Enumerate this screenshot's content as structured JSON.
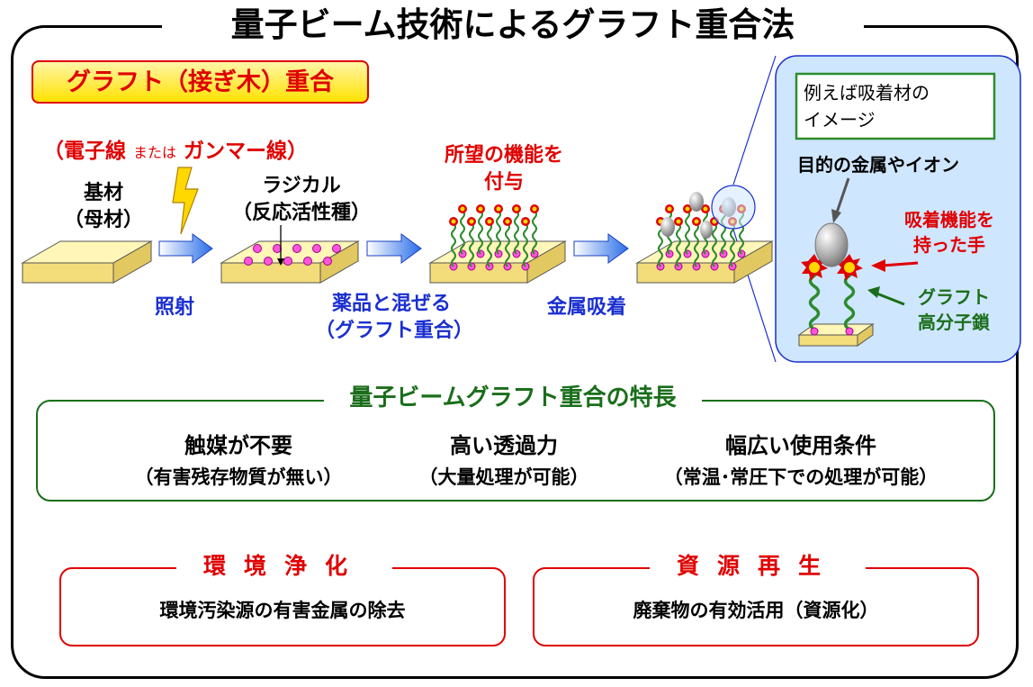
{
  "title": "量子ビーム技術によるグラフト重合法",
  "graft_label": "グラフト（接ぎ木）重合",
  "radiation": {
    "electron": "（電子線",
    "or": "または",
    "gamma": "ガンマー線）"
  },
  "substrate": {
    "line1": "基材",
    "line2": "（母材）"
  },
  "radical": {
    "line1": "ラジカル",
    "line2": "（反応活性種）"
  },
  "desired": {
    "line1": "所望の機能を",
    "line2": "付与"
  },
  "steps": {
    "irradiation": "照射",
    "mix_line1": "薬品と混ぜる",
    "mix_line2": "（グラフト重合）",
    "adsorption": "金属吸着"
  },
  "inset": {
    "box_line1": "例えば吸着材の",
    "box_line2": "イメージ",
    "target": "目的の金属やイオン",
    "hand_line1": "吸着機能を",
    "hand_line2": "持った手",
    "chain_line1": "グラフト",
    "chain_line2": "高分子鎖"
  },
  "features": {
    "title": "量子ビームグラフト重合の特長",
    "items": [
      {
        "main": "触媒が不要",
        "sub": "（有害残存物質が無い）"
      },
      {
        "main": "高い透過力",
        "sub": "（大量処理が可能）"
      },
      {
        "main": "幅広い使用条件",
        "sub": "（常温･常圧下での処理が可能）"
      }
    ]
  },
  "applications": [
    {
      "title": "環境浄化",
      "text": "環境汚染源の有害金属の除去"
    },
    {
      "title": "資源再生",
      "text": "廃棄物の有効活用（資源化）"
    }
  ],
  "colors": {
    "red": "#e00000",
    "blue": "#1a2fd0",
    "green": "#1a6e1a",
    "plate": "#ffef9a",
    "inset_bg": "#cfe6ff",
    "bead": "#ff55dd"
  }
}
